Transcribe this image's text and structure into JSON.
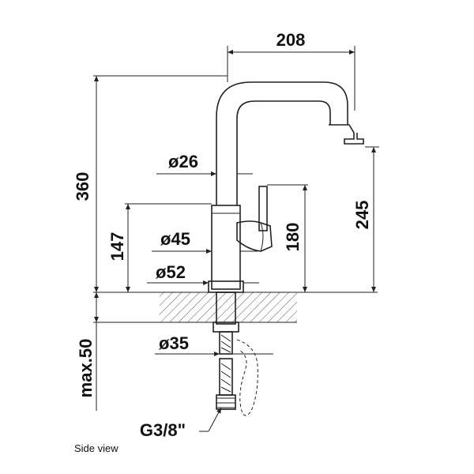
{
  "dimensions": {
    "width_top": "208",
    "height_total": "360",
    "spout_dia": "ø26",
    "height_spout": "245",
    "height_base": "147",
    "height_lever": "180",
    "body_dia": "ø45",
    "base_dia": "ø52",
    "max_thickness": "max.50",
    "shank_dia": "ø35",
    "thread": "G3/8\""
  },
  "caption": "Side view",
  "colors": {
    "line": "#222222",
    "text": "#111111",
    "hatch": "#555555"
  }
}
